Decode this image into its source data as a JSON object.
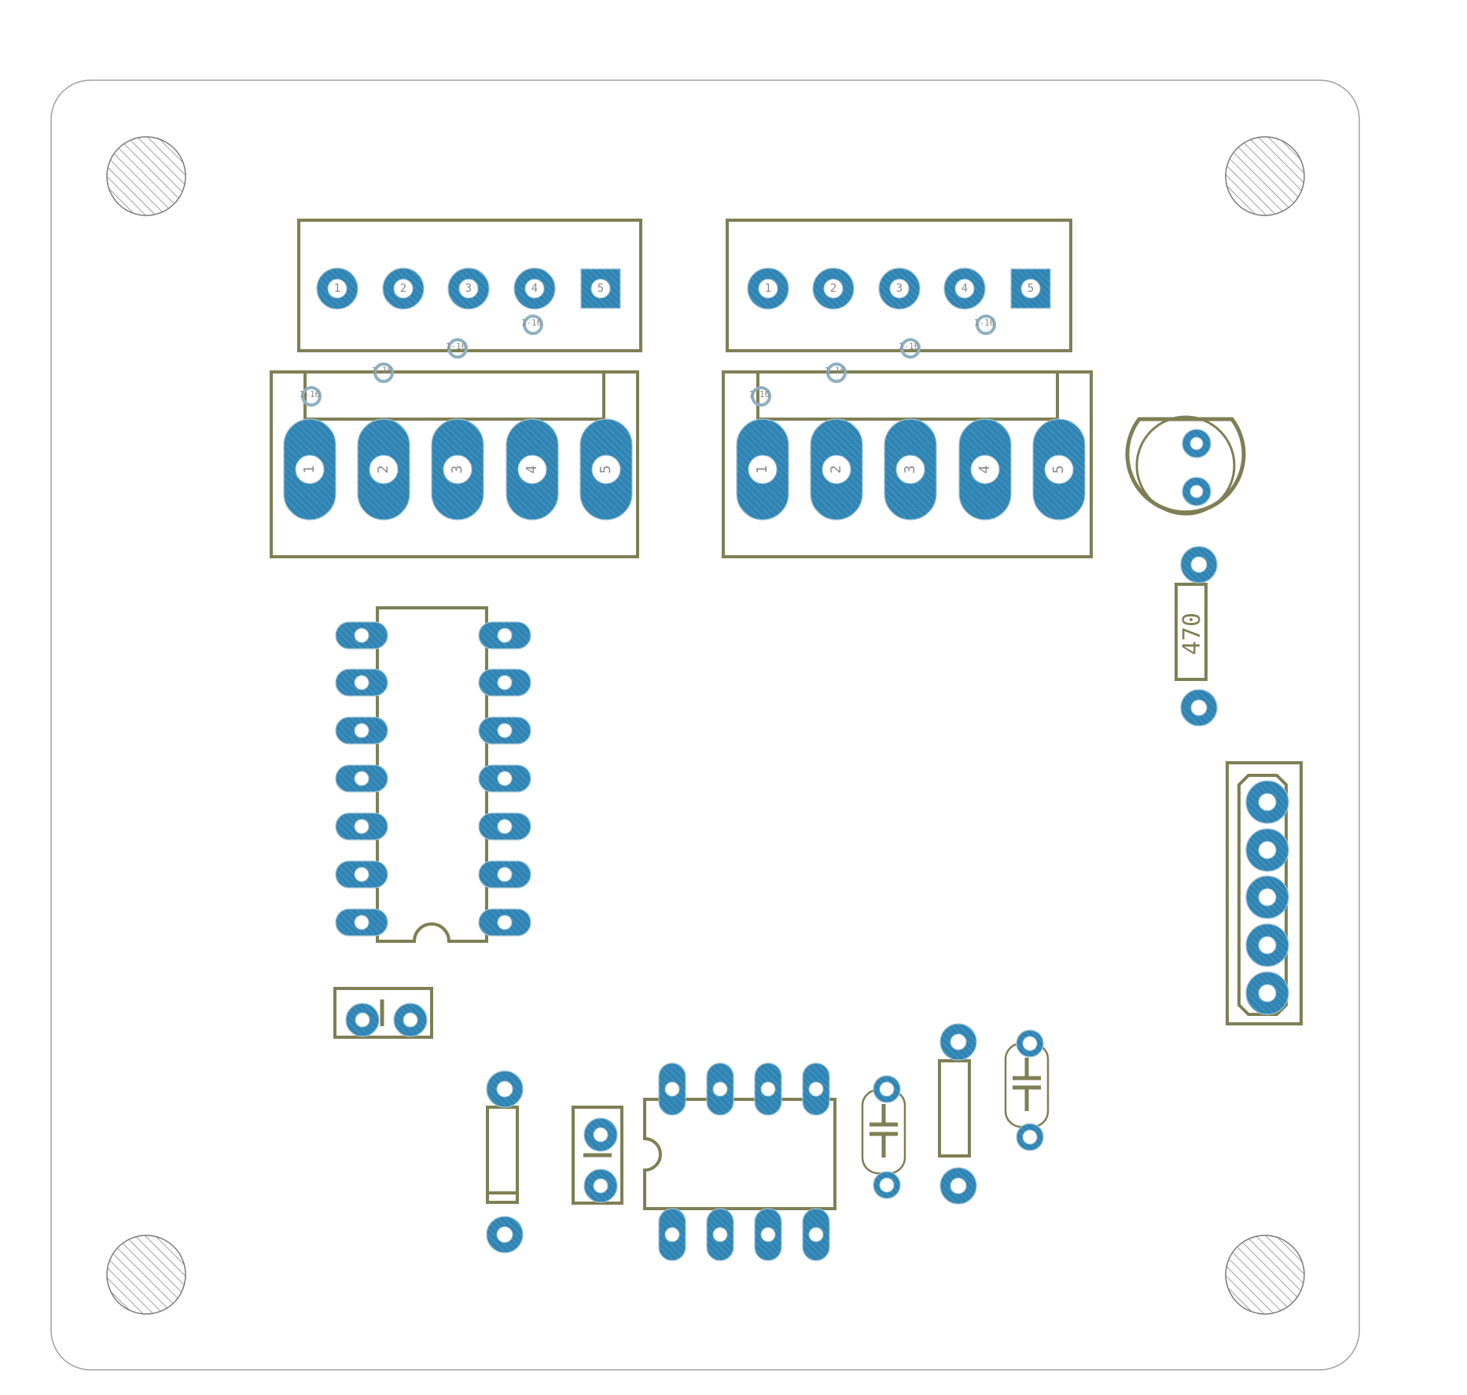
{
  "colors": {
    "background": "#ffffff",
    "board_outline": "#a0a0a0",
    "silkscreen": "#7f7f55",
    "copper": "#2f84b3",
    "copper_hatch": "#5fa6cc",
    "drill": "#ffffff",
    "mount_hole_hatch": "#6f6f6f",
    "small_label": "#8a8a8a"
  },
  "components": {
    "resistor_value": "470",
    "header_top_left_pins": [
      "1",
      "2",
      "3",
      "4",
      "5"
    ],
    "header_top_right_pins": [
      "1",
      "2",
      "3",
      "4",
      "5"
    ],
    "terminal_left_pins": [
      "1",
      "2",
      "3",
      "4",
      "5"
    ],
    "terminal_right_pins": [
      "1",
      "2",
      "3",
      "4",
      "5"
    ],
    "via_labels": [
      "1-16",
      "1-16",
      "1-16",
      "1-16",
      "1-16",
      "1-16",
      "1-16",
      "1-16"
    ]
  }
}
